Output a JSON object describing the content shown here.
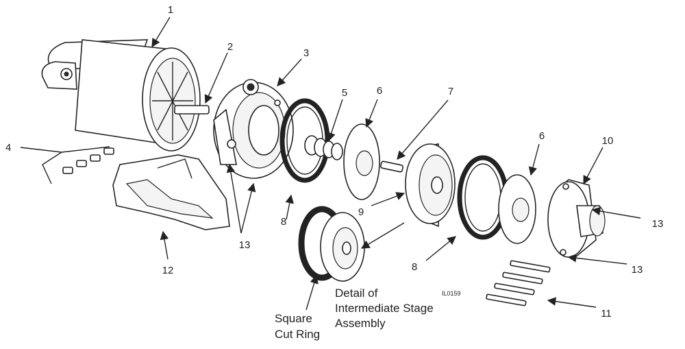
{
  "callouts": {
    "c1": "1",
    "c2": "2",
    "c3": "3",
    "c4": "4",
    "c5": "5",
    "c6a": "6",
    "c6b": "6",
    "c7": "7",
    "c8a": "8",
    "c8b": "8",
    "c9": "9",
    "c10": "10",
    "c11": "11",
    "c12": "12",
    "c13a": "13",
    "c13b": "13",
    "c13c": "13"
  },
  "captions": {
    "detail_line1": "Detail of",
    "detail_line2": "Intermediate Stage",
    "detail_line3": "Assembly",
    "ring_line1": "Square",
    "ring_line2": "Cut Ring",
    "figure_id": "IL0159"
  }
}
